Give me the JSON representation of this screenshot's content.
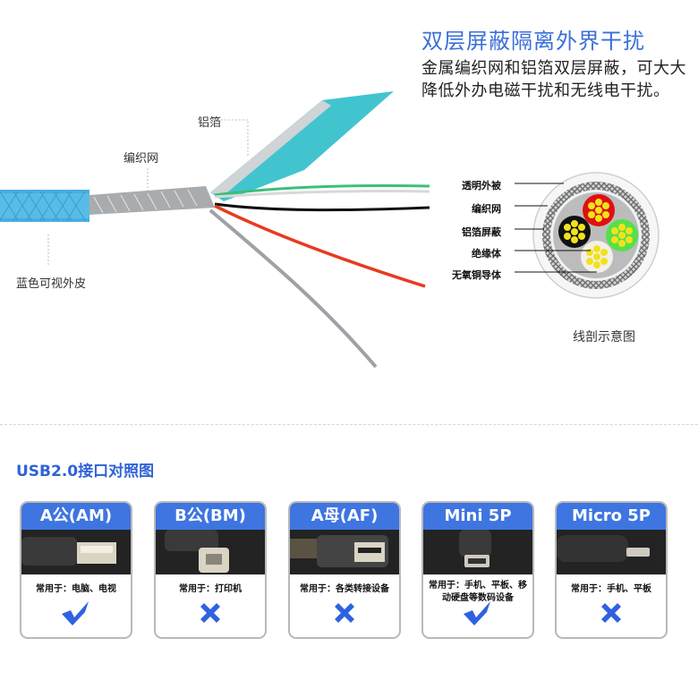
{
  "header": {
    "headline": "双层屏蔽隔离外界干扰",
    "description": "金属编织网和铝箔双层屏蔽，可大大降低外办电磁干扰和无线电干扰。"
  },
  "photo_labels": {
    "foil": "铝箔",
    "braid": "编织网",
    "jacket": "蓝色可视外皮"
  },
  "cross_section": {
    "legend": [
      "透明外被",
      "编织网",
      "铝箔屏蔽",
      "绝缘体",
      "无氧铜导体"
    ],
    "caption": "线剖示意图",
    "core_colors": [
      "#e01010",
      "#111111",
      "#55e04a",
      "#f1f1ea"
    ],
    "conductor_color": "#f2e21c"
  },
  "section": {
    "title": "USB2.0接口对照图"
  },
  "cards": [
    {
      "title": "A公(AM)",
      "use": "常用于：电脑、电视",
      "mark": "check"
    },
    {
      "title": "B公(BM)",
      "use": "常用于：打印机",
      "mark": "cross"
    },
    {
      "title": "A母(AF)",
      "use": "常用于：各类转接设备",
      "mark": "cross"
    },
    {
      "title": "Mini 5P",
      "use": "常用于：手机、平板、移动硬盘等数码设备",
      "mark": "check"
    },
    {
      "title": "Micro 5P",
      "use": "常用于：手机、平板",
      "mark": "cross"
    }
  ],
  "colors": {
    "accent": "#3e75e0",
    "headline": "#3b6fd9"
  }
}
